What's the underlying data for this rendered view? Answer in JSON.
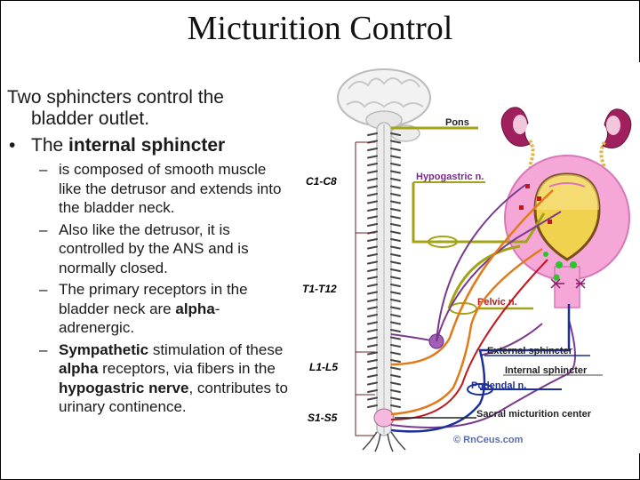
{
  "title": "Micturition Control",
  "intro": {
    "line1": "Two sphincters control the",
    "line2": "bladder outlet."
  },
  "bullet": {
    "prefix": "The ",
    "bold": "internal sphincter",
    "subs": [
      {
        "text": "is composed of smooth muscle like the detrusor and extends into the bladder neck."
      },
      {
        "text": "Also like the detrusor, it is controlled by the ANS and is normally closed."
      },
      {
        "pre": "The primary receptors in the bladder neck are ",
        "bold": "alpha",
        "post": "-adrenergic."
      },
      {
        "bold1": "Sympathetic",
        "mid1": " stimulation of these ",
        "bold2": "alpha",
        "mid2": " receptors, via fibers in the ",
        "bold3": "hypogastric nerve",
        "post": ", contributes to urinary continence."
      }
    ]
  },
  "diagram": {
    "labels": {
      "pons": "Pons",
      "hypogastric": "Hypogastric n.",
      "pelvic": "Pelvic n.",
      "external_sphincter": "External sphincter",
      "internal_sphincter": "Internal sphincter",
      "pudendal": "Pudendal n.",
      "sacral_center": "Sacral micturition center",
      "copyright": "© RnCeus.com"
    },
    "segments": [
      "C1-C8",
      "T1-T12",
      "L1-L5",
      "S1-S5"
    ],
    "colors": {
      "olive_nerve": "#a3a31a",
      "orange_fiber": "#e07b1a",
      "purple_fiber": "#7a3a8c",
      "blue_fiber": "#1c2f9e",
      "red_fiber": "#c4171c",
      "bladder_pink": "#f5a7d8",
      "urine_yellow": "#f1d24e",
      "kidney_purple": "#a0205e",
      "green_node": "#2ec42e"
    }
  }
}
